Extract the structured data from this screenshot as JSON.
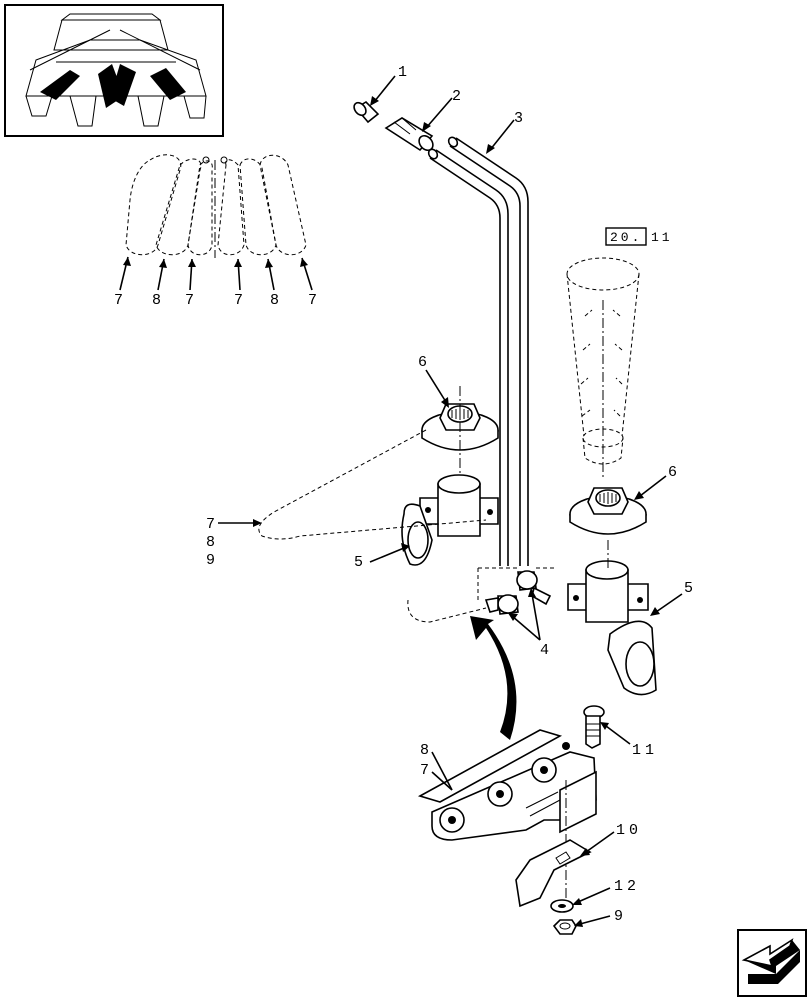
{
  "callouts": {
    "c1": "1",
    "c2": "2",
    "c3": "3",
    "c4": "4",
    "c5a": "5",
    "c5b": "5",
    "c6a": "6",
    "c6b": "6",
    "c7_1": "7",
    "c8_1": "8",
    "c7_2": "7",
    "c7_3": "7",
    "c8_2": "8",
    "c7_4": "7",
    "c7_left": "7",
    "c8_left": "8",
    "c9_left": "9",
    "c8_chain": "8",
    "c7_chain": "7",
    "c10": "10",
    "c11": "11",
    "c12": "12",
    "c9_nut": "9"
  },
  "reference": {
    "box_text": "20.",
    "suffix_text": "11"
  }
}
